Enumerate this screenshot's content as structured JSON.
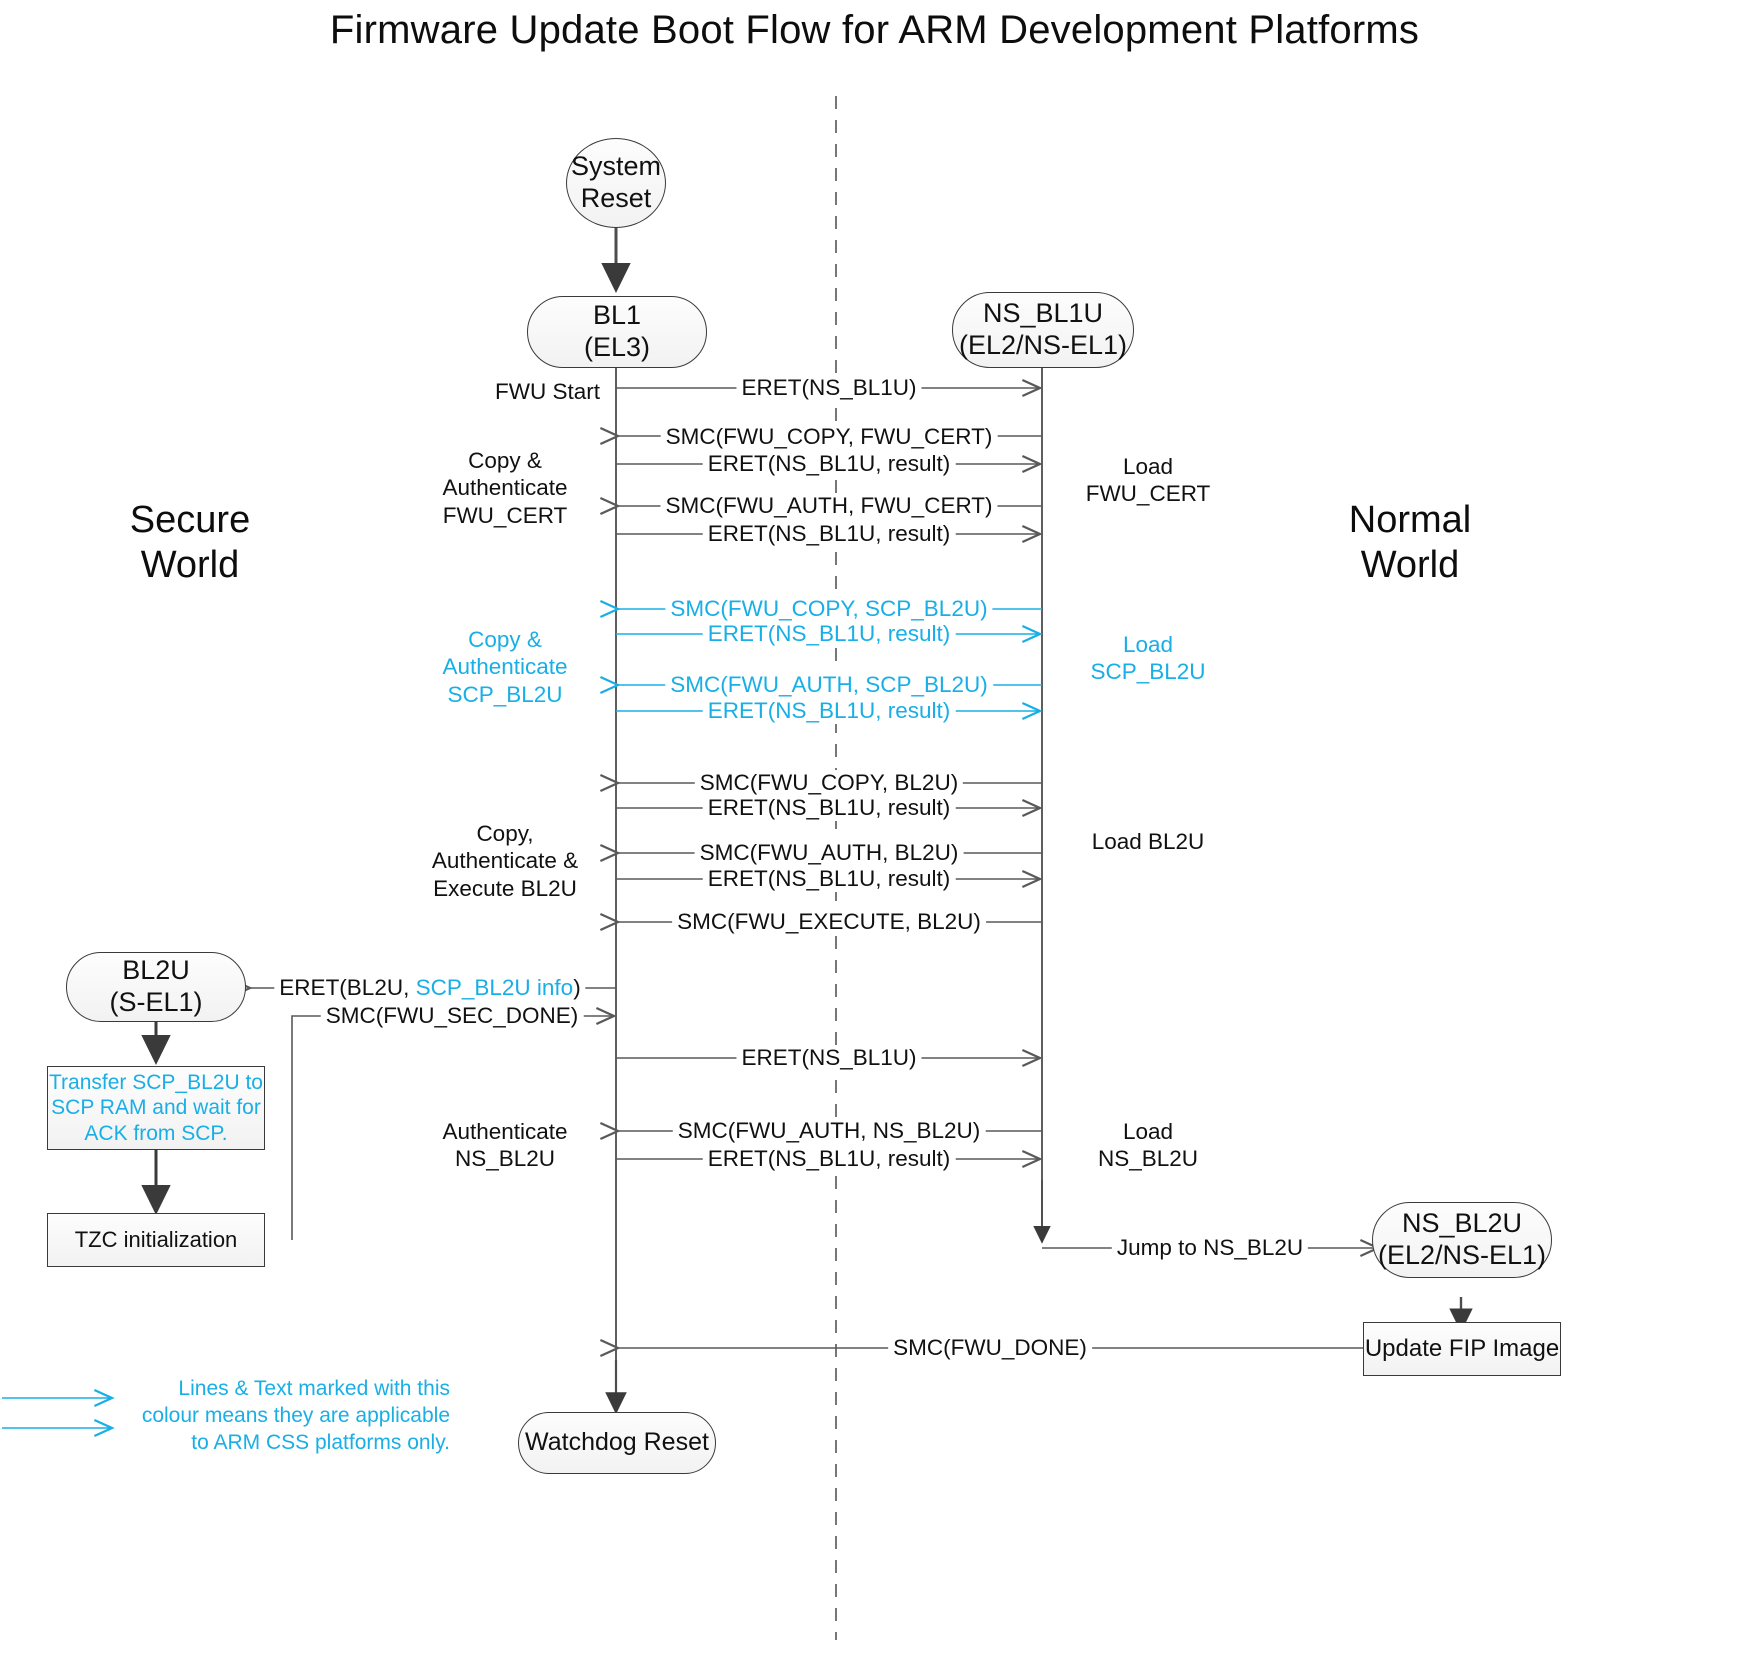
{
  "title": "Firmware Update Boot Flow for ARM Development Platforms",
  "colors": {
    "accent_blue": "#19AFE6",
    "line": "#595959",
    "text": "#111111",
    "node_fill": "#f4f4f4"
  },
  "worlds": {
    "secure": "Secure\nWorld",
    "normal": "Normal\nWorld"
  },
  "nodes": {
    "system_reset": {
      "line1": "System",
      "line2": "Reset"
    },
    "bl1": {
      "line1": "BL1",
      "line2": "(EL3)"
    },
    "ns_bl1u": {
      "line1": "NS_BL1U",
      "line2": "(EL2/NS-EL1)"
    },
    "bl2u": {
      "line1": "BL2U",
      "line2": "(S-EL1)"
    },
    "ns_bl2u": {
      "line1": "NS_BL2U",
      "line2": "(EL2/NS-EL1)"
    },
    "transfer_scp": "Transfer SCP_BL2U to\nSCP RAM and wait for\nACK from SCP.",
    "tzc_init": "TZC initialization",
    "update_fip": "Update FIP Image",
    "watchdog_reset": "Watchdog Reset"
  },
  "left_labels": [
    {
      "id": "fwu-start",
      "text": "FWU Start",
      "blue": false
    },
    {
      "id": "copy-auth-fwu-cert",
      "text": "Copy &\nAuthenticate\nFWU_CERT",
      "blue": false
    },
    {
      "id": "copy-auth-scp-bl2u",
      "text": "Copy &\nAuthenticate\nSCP_BL2U",
      "blue": true
    },
    {
      "id": "copy-auth-exec-bl2u",
      "text": "Copy,\nAuthenticate &\nExecute BL2U",
      "blue": false
    },
    {
      "id": "authenticate-ns-bl2u",
      "text": "Authenticate\nNS_BL2U",
      "blue": false
    }
  ],
  "right_labels": [
    {
      "id": "load-fwu-cert",
      "text": "Load\nFWU_CERT",
      "blue": false
    },
    {
      "id": "load-scp-bl2u",
      "text": "Load\nSCP_BL2U",
      "blue": true
    },
    {
      "id": "load-bl2u",
      "text": "Load BL2U",
      "blue": false
    },
    {
      "id": "load-ns-bl2u",
      "text": "Load\nNS_BL2U",
      "blue": false
    }
  ],
  "messages": [
    {
      "id": "m1",
      "text": "ERET(NS_BL1U)",
      "dir": "right",
      "blue": false
    },
    {
      "id": "m2",
      "text": "SMC(FWU_COPY, FWU_CERT)",
      "dir": "left",
      "blue": false
    },
    {
      "id": "m3",
      "text": "ERET(NS_BL1U, result)",
      "dir": "right",
      "blue": false
    },
    {
      "id": "m4",
      "text": "SMC(FWU_AUTH, FWU_CERT)",
      "dir": "left",
      "blue": false
    },
    {
      "id": "m5",
      "text": "ERET(NS_BL1U, result)",
      "dir": "right",
      "blue": false
    },
    {
      "id": "m6",
      "text": "SMC(FWU_COPY, SCP_BL2U)",
      "dir": "left",
      "blue": true
    },
    {
      "id": "m7",
      "text": "ERET(NS_BL1U, result)",
      "dir": "right",
      "blue": true
    },
    {
      "id": "m8",
      "text": "SMC(FWU_AUTH, SCP_BL2U)",
      "dir": "left",
      "blue": true
    },
    {
      "id": "m9",
      "text": "ERET(NS_BL1U, result)",
      "dir": "right",
      "blue": true
    },
    {
      "id": "m10",
      "text": "SMC(FWU_COPY, BL2U)",
      "dir": "left",
      "blue": false
    },
    {
      "id": "m11",
      "text": "ERET(NS_BL1U, result)",
      "dir": "right",
      "blue": false
    },
    {
      "id": "m12",
      "text": "SMC(FWU_AUTH, BL2U)",
      "dir": "left",
      "blue": false
    },
    {
      "id": "m13",
      "text": "ERET(NS_BL1U, result)",
      "dir": "right",
      "blue": false
    },
    {
      "id": "m14",
      "text": "SMC(FWU_EXECUTE, BL2U)",
      "dir": "left",
      "blue": false
    },
    {
      "id": "m15",
      "text": "ERET(BL2U, SCP_BL2U info)",
      "dir": "left",
      "blue": false,
      "parts": [
        {
          "t": "ERET(BL2U, ",
          "blue": false
        },
        {
          "t": "SCP_BL2U info",
          "blue": true
        },
        {
          "t": ")",
          "blue": false
        }
      ]
    },
    {
      "id": "m16",
      "text": "SMC(FWU_SEC_DONE)",
      "dir": "right",
      "blue": false
    },
    {
      "id": "m17",
      "text": "ERET(NS_BL1U)",
      "dir": "right",
      "blue": false
    },
    {
      "id": "m18",
      "text": "SMC(FWU_AUTH, NS_BL2U)",
      "dir": "left",
      "blue": false
    },
    {
      "id": "m19",
      "text": "ERET(NS_BL1U, result)",
      "dir": "right",
      "blue": false
    },
    {
      "id": "m20",
      "text": "Jump to NS_BL2U",
      "dir": "right",
      "blue": false
    },
    {
      "id": "m21",
      "text": "SMC(FWU_DONE)",
      "dir": "left",
      "blue": false
    }
  ],
  "legend": {
    "note": "Lines & Text marked with this\ncolour means they are applicable\nto ARM CSS platforms only."
  }
}
